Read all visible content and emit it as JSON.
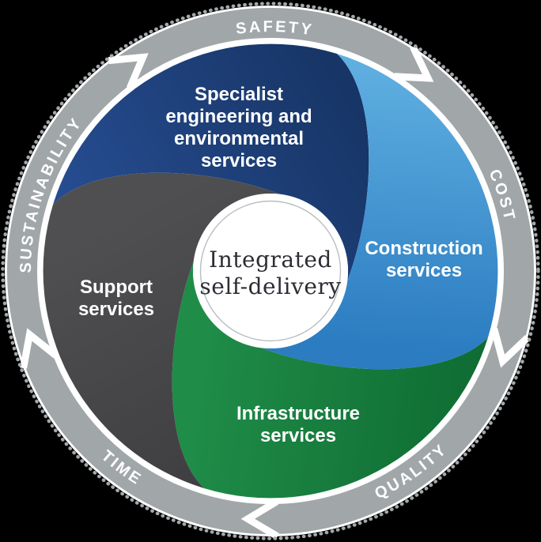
{
  "center": {
    "lines": [
      "Integrated",
      "self-delivery"
    ],
    "text_color": "#2d2d35",
    "fill": "#ffffff",
    "inner_ring_color": "#b8bec0"
  },
  "ring": {
    "band_color": "#a1a6a8",
    "dot_color": "#a3a8aa",
    "text_color": "#ffffff",
    "chevron_gap_color": "#ffffff",
    "direction": "clockwise",
    "labels": [
      {
        "id": "safety",
        "text": "SAFETY"
      },
      {
        "id": "cost",
        "text": "COST"
      },
      {
        "id": "quality",
        "text": "QUALITY"
      },
      {
        "id": "time",
        "text": "TIME"
      },
      {
        "id": "sustainability",
        "text": "SUSTAINABILITY"
      }
    ]
  },
  "segments": [
    {
      "id": "specialist-engineering",
      "lines": [
        "Specialist",
        "engineering and",
        "environmental",
        "services"
      ],
      "gradient": [
        "#264c90",
        "#173566"
      ]
    },
    {
      "id": "construction",
      "lines": [
        "Construction",
        "services"
      ],
      "gradient": [
        "#62b2e3",
        "#2b7cc1"
      ]
    },
    {
      "id": "infrastructure",
      "lines": [
        "Infrastructure",
        "services"
      ],
      "gradient": [
        "#1f8c48",
        "#0e6a31"
      ]
    },
    {
      "id": "support",
      "lines": [
        "Support",
        "services"
      ],
      "gradient": [
        "#4f4f51",
        "#3f3f41"
      ]
    }
  ],
  "page": {
    "background": "#000000"
  }
}
